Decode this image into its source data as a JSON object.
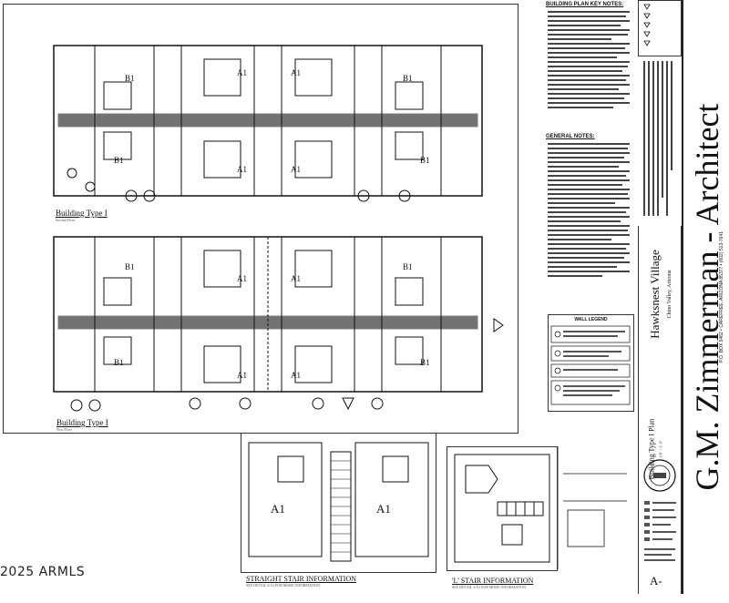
{
  "plans": [
    {
      "title": "Building Type I",
      "subtitle": "Second Floor"
    },
    {
      "title": "Building Type I",
      "subtitle": "First Floor"
    }
  ],
  "unit_labels": {
    "a1": "A1",
    "b1": "B1"
  },
  "stairs": {
    "straight": {
      "caption": "STRAIGHT STAIR INFORMATION",
      "sub": "SEE DETAIL 3/A1 FOR MORE INFORMATION"
    },
    "l_stair": {
      "caption": "'L' STAIR INFORMATION",
      "sub": "SEE DETAIL 3/A1 FOR MORE INFORMATION"
    }
  },
  "notes": {
    "key_title": "BUILDING PLAN KEY NOTES:",
    "general_title": "GENERAL NOTES:"
  },
  "legend": {
    "title": "WALL LEGEND"
  },
  "project": {
    "name": "Hawksnest Village",
    "location": "Chino Valley, Arizona"
  },
  "sheet": {
    "title": "Building Type I Plan",
    "scale": "1/8\" = 1'-0\"",
    "number": "A-"
  },
  "architect": {
    "name": "G.M. Zimmerman - Architect",
    "address": "P.O. BOX 5462 • CAREFREE, ARIZONA 85377 • (602) 513-7641"
  },
  "watermark": "2025 ARMLS"
}
